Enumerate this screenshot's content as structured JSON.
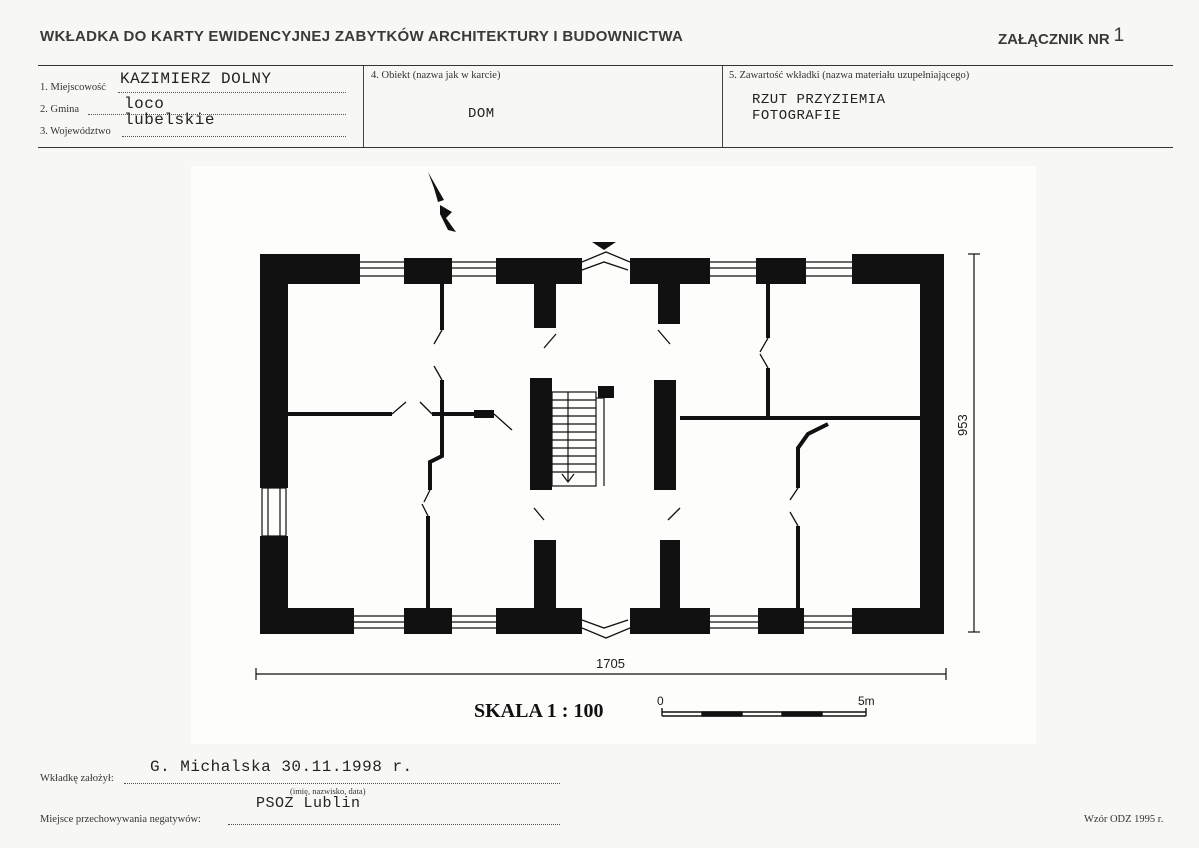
{
  "header": {
    "title": "WKŁADKA DO KARTY EWIDENCYJNEJ ZABYTKÓW ARCHITEKTURY I BUDOWNICTWA",
    "annex_label": "ZAŁĄCZNIK NR",
    "annex_number": "1"
  },
  "fields": {
    "locality_label": "1. Miejscowość",
    "locality_value": "KAZIMIERZ DOLNY",
    "commune_label": "2. Gmina",
    "commune_value": "loco",
    "voivodeship_label": "3. Województwo",
    "voivodeship_value": "lubelskie",
    "object_label": "4. Obiekt (nazwa jak w karcie)",
    "object_value": "DOM",
    "contents_label": "5. Zawartość wkładki (nazwa materiału uzupełniającego)",
    "contents_line1": "RZUT PRZYZIEMIA",
    "contents_line2": "FOTOGRAFIE"
  },
  "plan": {
    "width_dimension": "1705",
    "height_dimension": "953",
    "scale_label": "SKALA 1 : 100",
    "scale_start": "0",
    "scale_end": "5m"
  },
  "footer": {
    "created_by_label": "Wkładkę założył:",
    "created_by_value": "G. Michalska 30.11.1998 r.",
    "created_by_hint": "(imię, nazwisko, data)",
    "negatives_label": "Miejsce przechowywania negatywów:",
    "negatives_value": "PSOZ Lublin",
    "model": "Wzór ODZ 1995 r."
  }
}
